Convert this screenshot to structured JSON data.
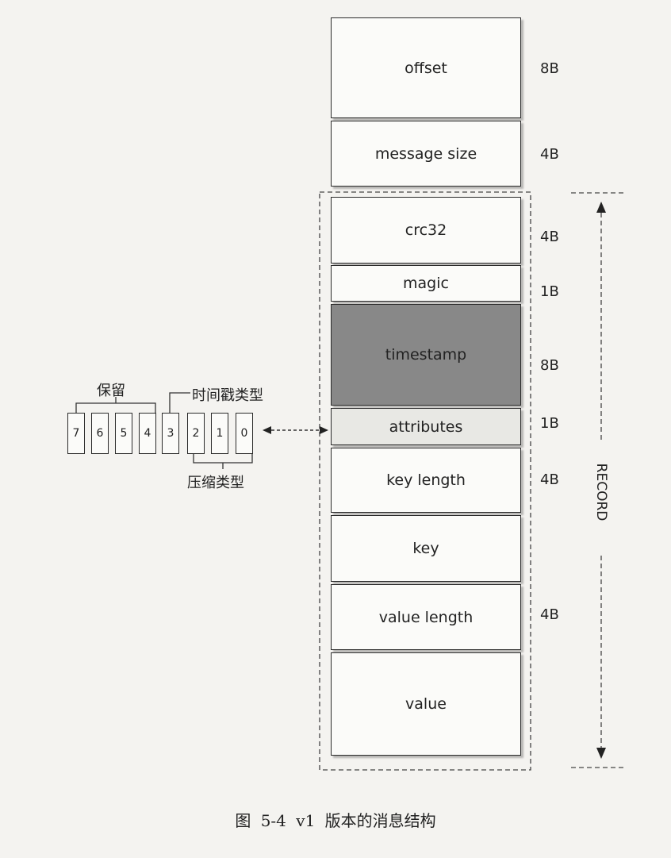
{
  "fields": [
    {
      "id": "offset",
      "label": "offset",
      "size": "8B"
    },
    {
      "id": "message-size",
      "label": "message size",
      "size": "4B"
    },
    {
      "id": "crc32",
      "label": "crc32",
      "size": "4B"
    },
    {
      "id": "magic",
      "label": "magic",
      "size": "1B"
    },
    {
      "id": "timestamp",
      "label": "timestamp",
      "size": "8B"
    },
    {
      "id": "attributes",
      "label": "attributes",
      "size": "1B"
    },
    {
      "id": "key-length",
      "label": "key length",
      "size": "4B"
    },
    {
      "id": "key",
      "label": "key",
      "size": ""
    },
    {
      "id": "value-length",
      "label": "value length",
      "size": "4B"
    },
    {
      "id": "value",
      "label": "value",
      "size": ""
    }
  ],
  "record_label": "RECORD",
  "bits": [
    "7",
    "6",
    "5",
    "4",
    "3",
    "2",
    "1",
    "0"
  ],
  "bit_groups": {
    "reserved": "保留",
    "timestamp_type": "时间戳类型",
    "compression_type": "压缩类型"
  },
  "caption": "图 5-4   v1 版本的消息结构",
  "colors": {
    "timestamp_fill": "#888888",
    "attributes_fill": "#e8e8e4",
    "border": "#2b2b2b"
  }
}
